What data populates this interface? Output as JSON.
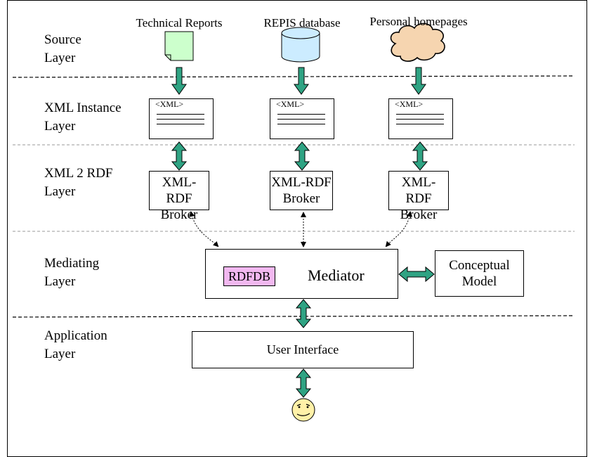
{
  "layers": {
    "source": "Source\nLayer",
    "xml_instance": "XML Instance\nLayer",
    "xml2rdf": "XML 2 RDF\nLayer",
    "mediating": "Mediating\nLayer",
    "application": "Application\nLayer"
  },
  "sources": {
    "technical_reports": "Technical Reports",
    "repis_database": "REPIS database",
    "personal_homepages": "Personal homepages"
  },
  "xml_tag": "<XML>",
  "broker": {
    "line1": "XML-RDF",
    "line2": "Broker"
  },
  "mediator": {
    "label": "Mediator",
    "rdfdb": "RDFDB"
  },
  "conceptual_model": {
    "line1": "Conceptual",
    "line2": "Model"
  },
  "user_interface": "User Interface",
  "colors": {
    "arrow_fill": "#2fa383",
    "report_fill": "#ccffcc",
    "database_fill": "#ccecff",
    "cloud_fill": "#f6d5b0",
    "rdfdb_fill": "#f2b8f0",
    "face_fill": "#fff1a8"
  }
}
